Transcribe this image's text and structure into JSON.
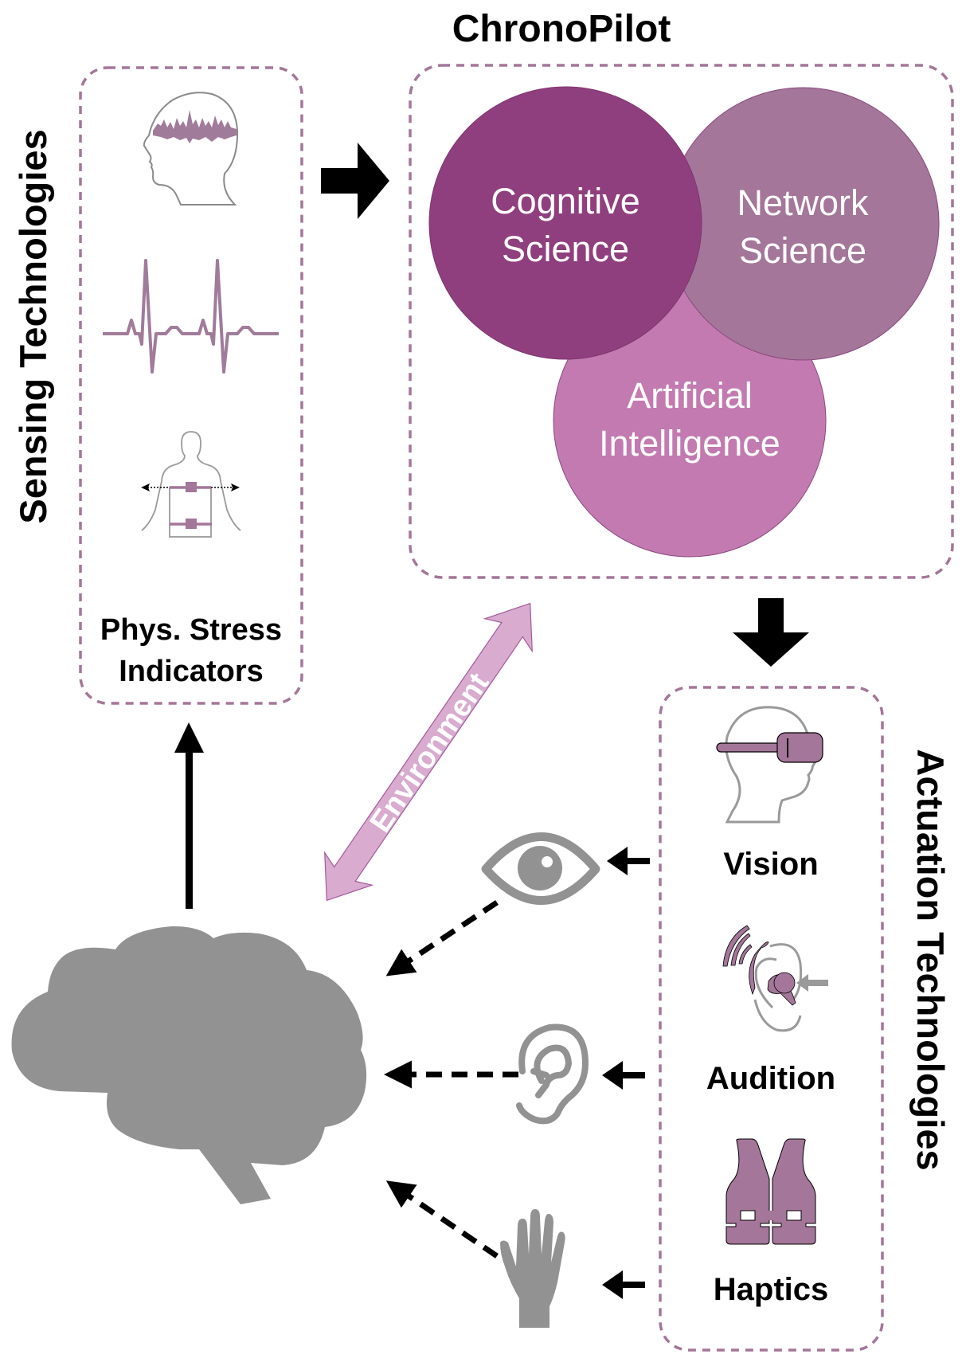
{
  "title": "ChronoPilot",
  "sensing": {
    "label": "Sensing Technologies",
    "caption_line1": "Phys. Stress",
    "caption_line2": "Indicators",
    "icons": [
      "eeg-head-icon",
      "ecg-heartbeat-icon",
      "body-sensor-belt-icon"
    ]
  },
  "chronopilot": {
    "circles": [
      {
        "line1": "Cognitive",
        "line2": "Science",
        "color": "#903f7e"
      },
      {
        "line1": "Network",
        "line2": "Science",
        "color": "#a47699"
      },
      {
        "line1": "Artificial",
        "line2": "Intelligence",
        "color": "#c27ab0"
      }
    ]
  },
  "environment": {
    "label": "Environment",
    "color": "#d8abcf"
  },
  "actuation": {
    "label": "Actuation Technologies",
    "items": [
      {
        "label": "Vision",
        "icon": "vr-headset-icon"
      },
      {
        "label": "Audition",
        "icon": "hearing-aid-icon"
      },
      {
        "label": "Haptics",
        "icon": "haptic-vest-icon"
      }
    ]
  },
  "senses": [
    "eye-icon",
    "ear-icon",
    "hand-icon"
  ],
  "colors": {
    "accent_purple": "#a47699",
    "icon_gray": "#919291",
    "arrow": "#000000"
  }
}
